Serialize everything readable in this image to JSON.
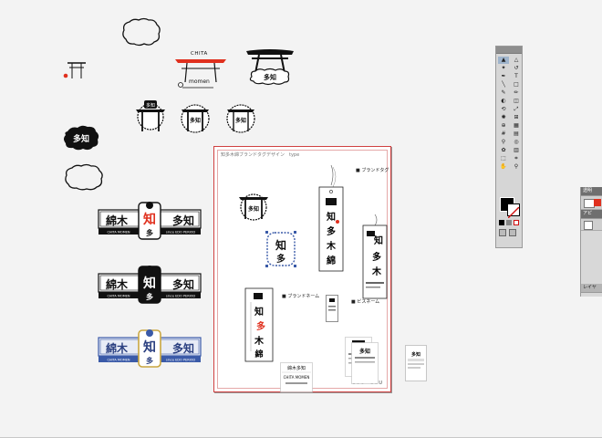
{
  "artboard": {
    "title": "知多木綿ブランドタグデザイン　type",
    "brand_mark": "SOU・SOU",
    "labels": {
      "brand_tag": "■ ブランドタグ",
      "brand_name": "■ ブランドネーム",
      "business_card": "■ ビスネーム"
    }
  },
  "logos": {
    "chita": "CHITA",
    "momen": "momen",
    "shiru_chi": "知",
    "shiru_ta": "多",
    "banner_text": "綿木多知",
    "banner_sub_left": "CHITA MOMEN",
    "banner_sub_right": "since EDO PERIOD",
    "vertical_brand": "知多木綿"
  },
  "tools": [
    {
      "icon": "selection-arrow-icon",
      "glyph": "▲"
    },
    {
      "icon": "direct-select-icon",
      "glyph": "△"
    },
    {
      "icon": "magic-wand-icon",
      "glyph": "✦"
    },
    {
      "icon": "lasso-icon",
      "glyph": "↺"
    },
    {
      "icon": "pen-icon",
      "glyph": "✒"
    },
    {
      "icon": "type-icon",
      "glyph": "T"
    },
    {
      "icon": "line-icon",
      "glyph": "╲"
    },
    {
      "icon": "rectangle-icon",
      "glyph": "□"
    },
    {
      "icon": "paintbrush-icon",
      "glyph": "✎"
    },
    {
      "icon": "pencil-icon",
      "glyph": "✏"
    },
    {
      "icon": "blob-brush-icon",
      "glyph": "◐"
    },
    {
      "icon": "eraser-icon",
      "glyph": "◫"
    },
    {
      "icon": "rotate-icon",
      "glyph": "⟲"
    },
    {
      "icon": "scale-icon",
      "glyph": "⤢"
    },
    {
      "icon": "warp-icon",
      "glyph": "✺"
    },
    {
      "icon": "free-transform-icon",
      "glyph": "⊞"
    },
    {
      "icon": "shape-builder-icon",
      "glyph": "⊕"
    },
    {
      "icon": "perspective-grid-icon",
      "glyph": "▦"
    },
    {
      "icon": "mesh-icon",
      "glyph": "#"
    },
    {
      "icon": "gradient-icon",
      "glyph": "▤"
    },
    {
      "icon": "eyedropper-icon",
      "glyph": "⚲"
    },
    {
      "icon": "blend-icon",
      "glyph": "◎"
    },
    {
      "icon": "symbol-sprayer-icon",
      "glyph": "✿"
    },
    {
      "icon": "column-graph-icon",
      "glyph": "▥"
    },
    {
      "icon": "artboard-icon",
      "glyph": "⬚"
    },
    {
      "icon": "slice-icon",
      "glyph": "⌗"
    },
    {
      "icon": "hand-icon",
      "glyph": "✋"
    },
    {
      "icon": "zoom-icon",
      "glyph": "⚲"
    }
  ],
  "side_panel": {
    "tab1": "透明",
    "tab2": "アピ",
    "tab3": "レイヤ"
  },
  "colors": {
    "accent_red": "#e0301e",
    "logo_blue": "#3a5aa8",
    "fill": "#111111",
    "stroke": "#d01010"
  }
}
